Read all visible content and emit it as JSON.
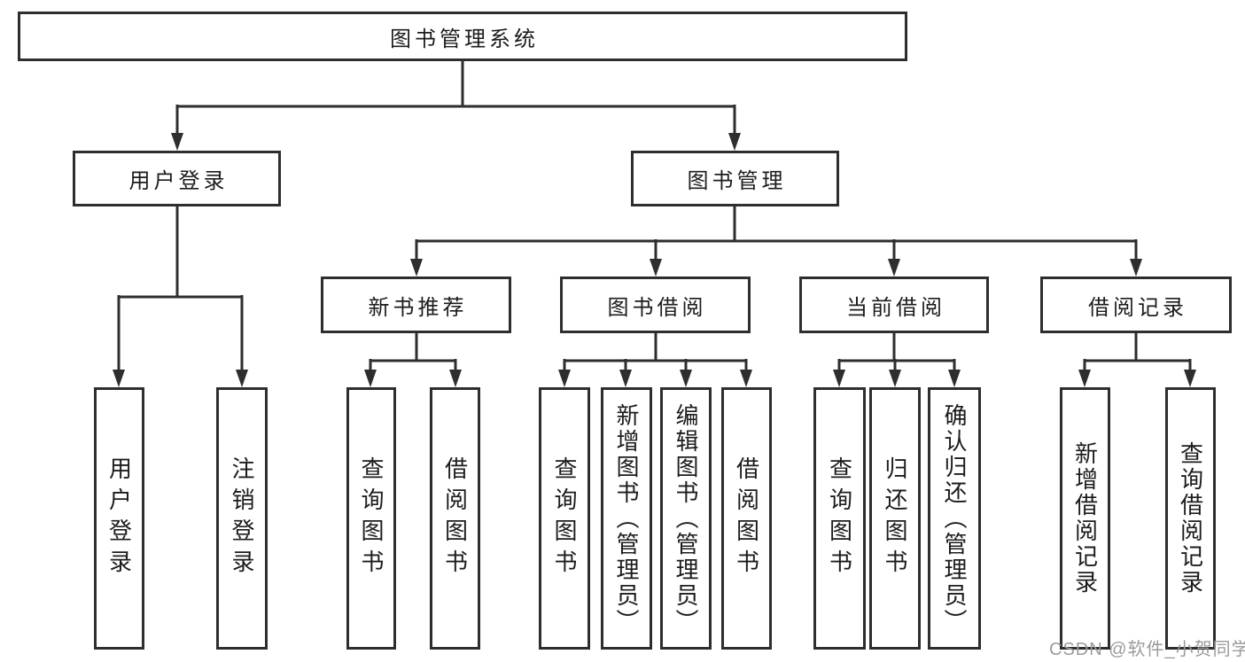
{
  "tree": {
    "label": "图书管理系统",
    "children": [
      {
        "label": "用户登录",
        "children": [
          {
            "label": "用户登录"
          },
          {
            "label": "注销登录"
          }
        ]
      },
      {
        "label": "图书管理",
        "children": [
          {
            "label": "新书推荐",
            "children": [
              {
                "label": "查询图书"
              },
              {
                "label": "借阅图书"
              }
            ]
          },
          {
            "label": "图书借阅",
            "children": [
              {
                "label": "查询图书"
              },
              {
                "label": "新增图书（管理员）"
              },
              {
                "label": "编辑图书（管理员）"
              },
              {
                "label": "借阅图书"
              }
            ]
          },
          {
            "label": "当前借阅",
            "children": [
              {
                "label": "查询图书"
              },
              {
                "label": "归还图书"
              },
              {
                "label": "确认归还（管理员）"
              }
            ]
          },
          {
            "label": "借阅记录",
            "children": [
              {
                "label": "新增借阅记录"
              },
              {
                "label": "查询借阅记录"
              }
            ]
          }
        ]
      }
    ]
  },
  "watermark": {
    "text": "CSDN @软件_小贺同学"
  },
  "colors": {
    "line": "#2e2e2e",
    "text": "#1c1c1c",
    "watermark": "#9b9b9b",
    "background": "#ffffff"
  }
}
